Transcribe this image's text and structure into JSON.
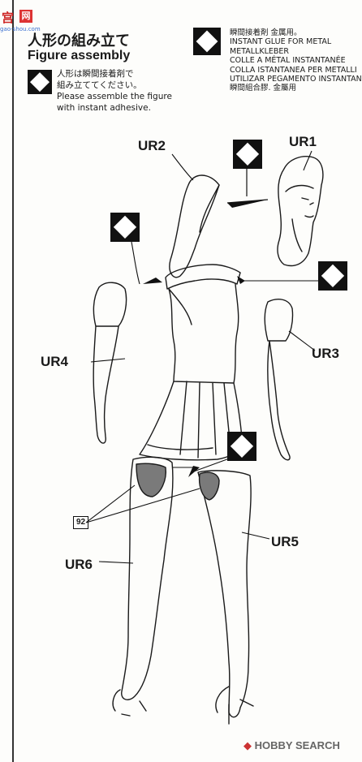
{
  "watermark": {
    "left_char": "宫",
    "box_char": "网",
    "url": "gao-shou.com"
  },
  "header": {
    "title_ja": "人形の組み立て",
    "title_en": "Figure assembly"
  },
  "instruction": {
    "lines": [
      "人形は瞬間接着剤で",
      "組み立ててください。",
      "Please assemble the figure",
      "with instant adhesive."
    ]
  },
  "glue_legend": {
    "lines": [
      "瞬間接着剤 金属用。",
      "INSTANT GLUE FOR METAL",
      "METALLKLEBER",
      "COLLE A MÉTAL INSTANTANÉE",
      "COLLA ISTANTANEA PER METALLI",
      "UTILIZAR PEGAMENTO INSTANTANEO",
      "瞬間組合膠. 金屬用"
    ]
  },
  "parts": {
    "ur1": "UR1",
    "ur2": "UR2",
    "ur3": "UR3",
    "ur4": "UR4",
    "ur5": "UR5",
    "ur6": "UR6"
  },
  "callout_number": "92",
  "footer": {
    "logo_symbol": "◆",
    "brand": "HOBBY SEARCH"
  },
  "icons": [
    "glue-diamond-icon"
  ]
}
